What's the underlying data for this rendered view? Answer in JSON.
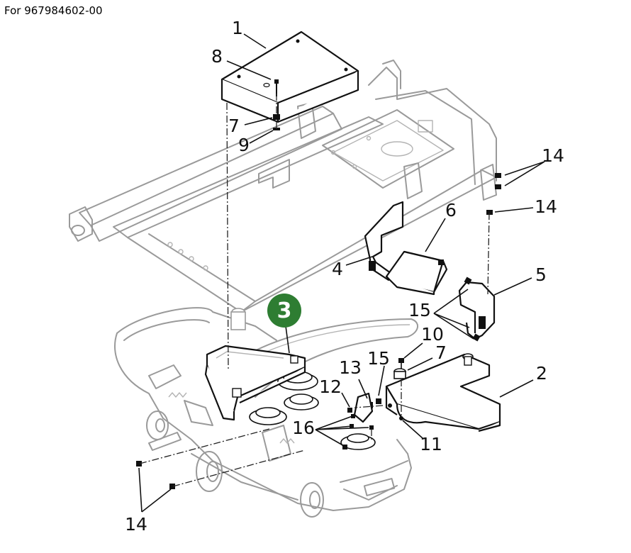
{
  "header": {
    "model_text": "For 967984602-00"
  },
  "highlight": {
    "number": "3",
    "color": "#2e7d32"
  },
  "callouts": [
    {
      "id": "c1",
      "text": "1"
    },
    {
      "id": "c8",
      "text": "8"
    },
    {
      "id": "c7a",
      "text": "7"
    },
    {
      "id": "c9",
      "text": "9"
    },
    {
      "id": "c14a",
      "text": "14"
    },
    {
      "id": "c14b",
      "text": "14"
    },
    {
      "id": "c6",
      "text": "6"
    },
    {
      "id": "c4",
      "text": "4"
    },
    {
      "id": "c5",
      "text": "5"
    },
    {
      "id": "c15a",
      "text": "15"
    },
    {
      "id": "c10",
      "text": "10"
    },
    {
      "id": "c7b",
      "text": "7"
    },
    {
      "id": "c15b",
      "text": "15"
    },
    {
      "id": "c13",
      "text": "13"
    },
    {
      "id": "c2",
      "text": "2"
    },
    {
      "id": "c12",
      "text": "12"
    },
    {
      "id": "c16",
      "text": "16"
    },
    {
      "id": "c11",
      "text": "11"
    },
    {
      "id": "c14c",
      "text": "14"
    }
  ]
}
